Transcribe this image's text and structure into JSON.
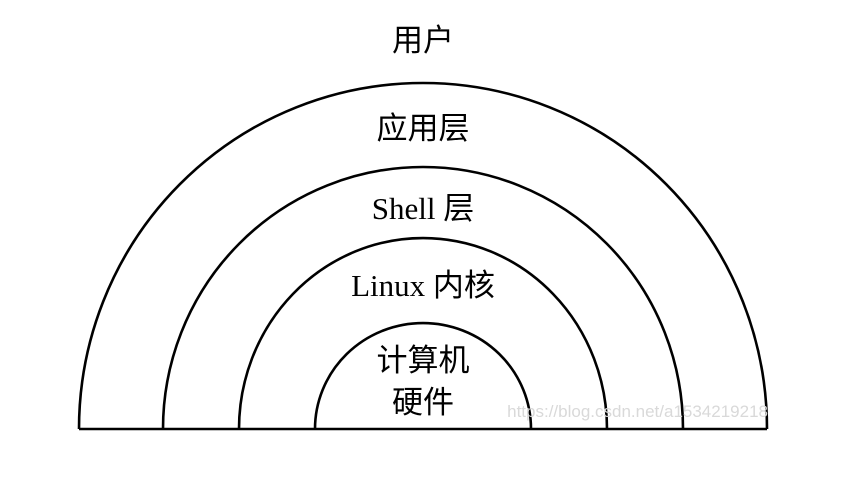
{
  "diagram": {
    "title": "Linux layered architecture half-circle diagram",
    "labels": {
      "user": "用户",
      "application": "应用层",
      "shell": "Shell 层",
      "kernel": "Linux 内核",
      "hardware_line1": "计算机",
      "hardware_line2": "硬件"
    },
    "layers_outer_to_inner": [
      "用户",
      "应用层",
      "Shell 层",
      "Linux 内核",
      "计算机硬件"
    ]
  },
  "colors": {
    "line": "#000000",
    "background": "#ffffff",
    "watermark": "#d9d9d9"
  },
  "watermark": {
    "text": "https://blog.csdn.net/a1534219218"
  }
}
